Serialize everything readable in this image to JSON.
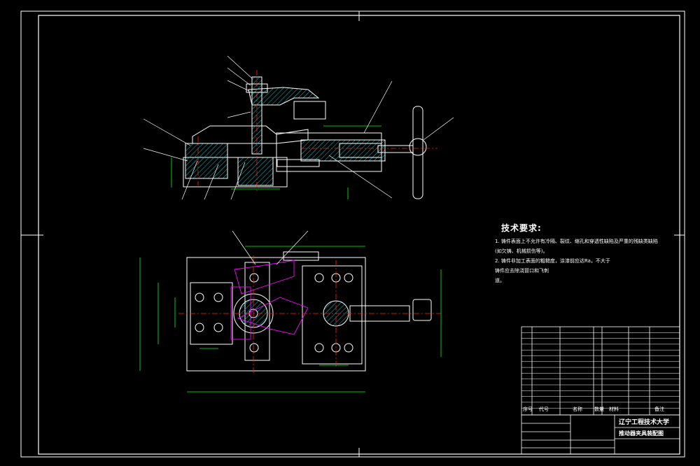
{
  "title_block": {
    "school": "辽宁工程技术大学",
    "drawing_name": "推动器夹具装配图"
  },
  "technical_requirements": {
    "title": "技术要求:",
    "lines": [
      "1. 铸件表面上不允许有冷隔、裂纹、缩孔和穿透性缺陷及严重的残缺类缺陷",
      "(如欠铸、机械损伤等)。",
      "2. 铸件非加工表面的粗糙度，涂漆前应达Ra，不大于",
      "铸件应去除浇冒口和飞刺",
      "道。"
    ]
  },
  "bom_headers": {
    "seq": "序号",
    "code": "代号",
    "name": "名称",
    "qty": "数量",
    "material": "材料",
    "remark": "备注"
  },
  "colors": {
    "frame": "#ffffff",
    "part_outline": "#ffffff",
    "section_hatch": "#00c8c8",
    "leader": "#ffffff",
    "dimension": "#00ff00",
    "centerline": "#ff2020",
    "hidden_part": "#ff00ff",
    "title_text": "#ffff00"
  }
}
